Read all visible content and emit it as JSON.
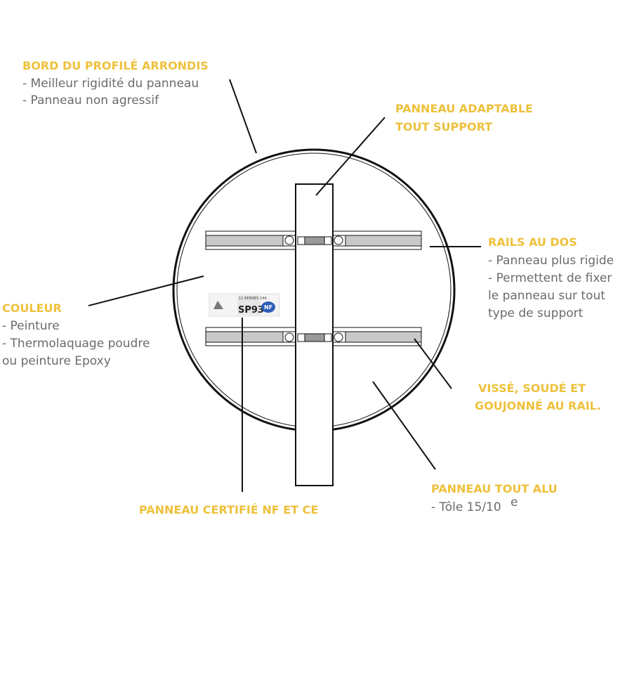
{
  "colors": {
    "accent": "#eec13c",
    "text": "#6b6b6b"
  },
  "labels": {
    "bord": {
      "title": "BORD DU PROFILÉ ARRONDIS",
      "lines": [
        "- Meilleur rigidité du panneau",
        "- Panneau non agressif"
      ]
    },
    "adaptable": {
      "title": [
        "PANNEAU ADAPTABLE",
        "TOUT SUPPORT"
      ]
    },
    "rails": {
      "title": "RAILS AU DOS",
      "lines": [
        "- Panneau plus rigide",
        "- Permettent de fixer",
        "le panneau sur tout",
        "type de support"
      ]
    },
    "couleur": {
      "title": "COULEUR",
      "lines": [
        "- Peinture",
        "- Thermolaquage poudre",
        "ou peinture Epoxy"
      ]
    },
    "visse": {
      "title": [
        "VISSÉ, SOUDÉ ET",
        "GOUJONNÉ AU RAIL."
      ]
    },
    "alu": {
      "title": "PANNEAU TOUT ALU",
      "line": "- Tôle 15/10",
      "sup": "e"
    },
    "nf": {
      "title": "PANNEAU CERTIFIÉ NF ET CE"
    }
  },
  "sticker": {
    "top": "12 RENNES 14A",
    "code": "SP93",
    "badge": "NF"
  }
}
